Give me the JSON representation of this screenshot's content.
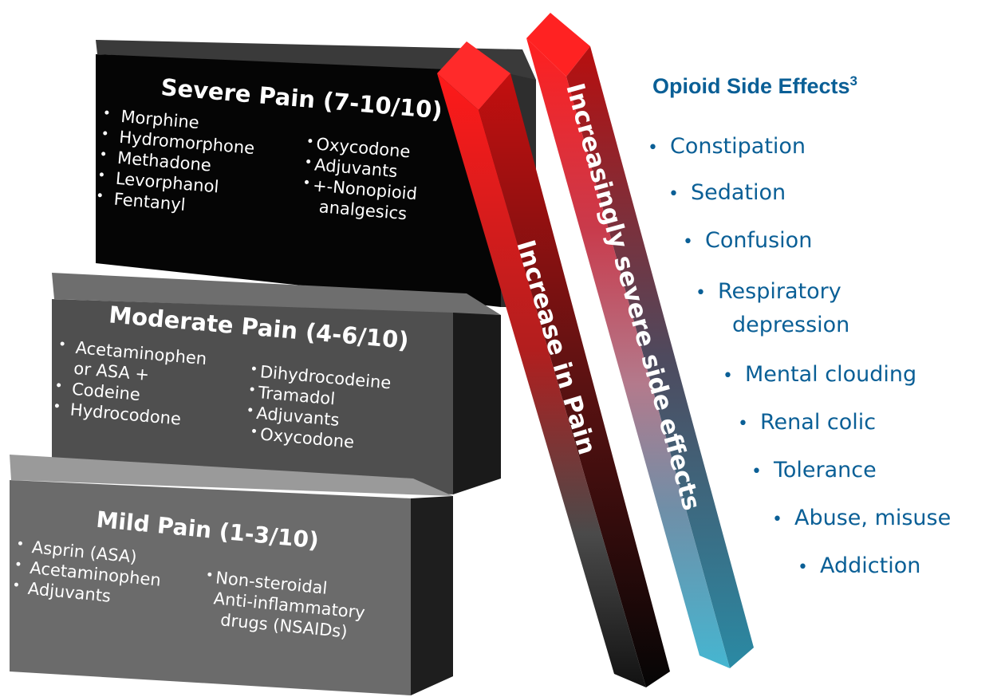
{
  "steps": {
    "severe": {
      "title": "Severe Pain (7-10/10)",
      "left_items": [
        "Morphine",
        "Hydromorphone",
        "Methadone",
        "Levorphanol",
        "Fentanyl"
      ],
      "right_items": [
        "Oxycodone",
        "Adjuvants",
        "+-Nonopioid",
        "analgesics"
      ]
    },
    "moderate": {
      "title": "Moderate Pain (4-6/10)",
      "left_items": [
        "Acetaminophen",
        "or ASA +",
        "Codeine",
        "Hydrocodone"
      ],
      "right_items": [
        "Dihydrocodeine",
        "Tramadol",
        "Adjuvants",
        "Oxycodone"
      ]
    },
    "mild": {
      "title": "Mild Pain (1-3/10)",
      "left_items": [
        "Asprin (ASA)",
        "Acetaminophen",
        "Adjuvants"
      ],
      "right_items": [
        "Non-steroidal",
        "Anti-inflammatory",
        "drugs (NSAIDs)"
      ]
    }
  },
  "bars": {
    "pain": "Increase in Pain",
    "side_effects": "Increasingly severe side effects"
  },
  "side_effects": {
    "title": "Opioid Side Effects",
    "superscript": "3",
    "bullet": "•",
    "items": [
      "Constipation",
      "Sedation",
      "Confusion",
      "Respiratory",
      "depression",
      "Mental clouding",
      "Renal colic",
      "Tolerance",
      "Abuse, misuse",
      "Addiction"
    ]
  },
  "colors": {
    "step_severe": "#050505",
    "step_moderate": "#4f4f4f",
    "step_mild": "#6b6b6b",
    "bar_red": "#ff1a1a",
    "bar_teal": "#45b6d1",
    "accent_blue": "#0a5f96"
  }
}
